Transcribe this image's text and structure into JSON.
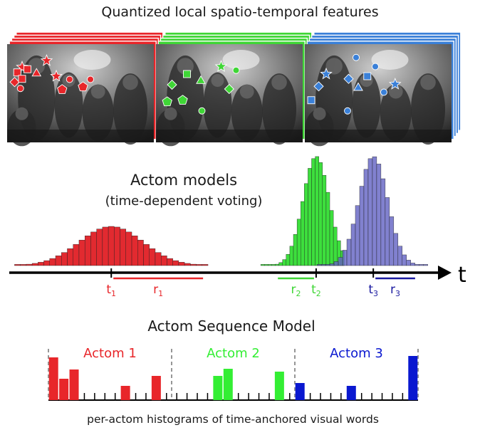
{
  "top": {
    "title": "Quantized local spatio-temporal features",
    "stacks": [
      {
        "color": "#e8262a",
        "features": [
          {
            "shape": "star",
            "u": 0.74,
            "v": 0.31
          },
          {
            "shape": "star",
            "u": 0.28,
            "v": 0.43
          },
          {
            "shape": "square",
            "u": 0.19,
            "v": 0.53
          },
          {
            "shape": "square",
            "u": 0.38,
            "v": 0.47
          },
          {
            "shape": "triangle",
            "u": 0.55,
            "v": 0.55
          },
          {
            "shape": "star",
            "u": 0.92,
            "v": 0.6
          },
          {
            "shape": "diamond",
            "u": 0.14,
            "v": 0.71
          },
          {
            "shape": "square",
            "u": 0.28,
            "v": 0.65
          },
          {
            "shape": "circle",
            "u": 0.25,
            "v": 0.83
          },
          {
            "shape": "pentagon",
            "u": 1.03,
            "v": 0.85
          },
          {
            "shape": "circle",
            "u": 1.17,
            "v": 0.66
          },
          {
            "shape": "circle",
            "u": 1.56,
            "v": 0.66
          },
          {
            "shape": "pentagon",
            "u": 1.42,
            "v": 0.8
          }
        ]
      },
      {
        "color": "#3fd636",
        "features": [
          {
            "shape": "star",
            "u": 1.22,
            "v": 0.42
          },
          {
            "shape": "square",
            "u": 0.58,
            "v": 0.56
          },
          {
            "shape": "diamond",
            "u": 0.3,
            "v": 0.76
          },
          {
            "shape": "triangle",
            "u": 0.84,
            "v": 0.69
          },
          {
            "shape": "pentagon",
            "u": 0.21,
            "v": 1.08
          },
          {
            "shape": "pentagon",
            "u": 0.5,
            "v": 1.05
          },
          {
            "shape": "diamond",
            "u": 1.37,
            "v": 0.84
          },
          {
            "shape": "circle",
            "u": 0.86,
            "v": 1.25
          },
          {
            "shape": "circle",
            "u": 1.5,
            "v": 0.49
          }
        ]
      },
      {
        "color": "#3a80d8",
        "features": [
          {
            "shape": "circle",
            "u": 1.32,
            "v": 0.42
          },
          {
            "shape": "circle",
            "u": 0.96,
            "v": 0.25
          },
          {
            "shape": "star",
            "u": 0.4,
            "v": 0.56
          },
          {
            "shape": "diamond",
            "u": 0.82,
            "v": 0.65
          },
          {
            "shape": "square",
            "u": 1.17,
            "v": 0.6
          },
          {
            "shape": "star",
            "u": 1.69,
            "v": 0.75
          },
          {
            "shape": "diamond",
            "u": 0.26,
            "v": 0.79
          },
          {
            "shape": "triangle",
            "u": 1.0,
            "v": 0.82
          },
          {
            "shape": "square",
            "u": 0.12,
            "v": 1.05
          },
          {
            "shape": "circle",
            "u": 0.8,
            "v": 1.25
          },
          {
            "shape": "circle",
            "u": 1.48,
            "v": 0.9
          }
        ]
      }
    ]
  },
  "middle": {
    "title_line1": "Actom models",
    "title_line2": "(time-dependent voting)",
    "axis_label": "t",
    "actoms": [
      {
        "color": "#e8262a",
        "fill": "#e01f25",
        "anchor": "t",
        "anchor_sub": "1",
        "radius": "r",
        "radius_sub": "1",
        "t": 0.55,
        "sigma": 0.18,
        "peak": 1.0,
        "range": [
          0.0,
          1.1
        ],
        "bins": 33
      },
      {
        "color": "#3fd636",
        "fill": "#33dd33",
        "anchor": "t",
        "anchor_sub": "2",
        "radius": "r",
        "radius_sub": "2",
        "t": 1.715,
        "sigma": 0.075,
        "peak": 2.79,
        "range": [
          1.4,
          1.875
        ],
        "bins": 23
      },
      {
        "color": "#1a1aa0",
        "fill": "#6565c5",
        "anchor": "t",
        "anchor_sub": "3",
        "radius": "r",
        "radius_sub": "3",
        "t": 2.04,
        "sigma": 0.082,
        "peak": 2.79,
        "range": [
          1.72,
          2.35
        ],
        "bins": 26
      }
    ],
    "axis_range": [
      -0.03,
      2.42
    ]
  },
  "bottom": {
    "title": "Actom Sequence Model",
    "caption": "per-actom histograms of time-anchored visual words",
    "sections": [
      {
        "label": "Actom 1",
        "color": "#e8262a",
        "bins": [
          0.6,
          0.3,
          0.43,
          0,
          0,
          0,
          0,
          0.2,
          0,
          0,
          0.34,
          0
        ]
      },
      {
        "label": "Actom 2",
        "color": "#33ee33",
        "bins": [
          0,
          0,
          0,
          0,
          0.34,
          0.44,
          0,
          0,
          0,
          0,
          0.4,
          0
        ]
      },
      {
        "label": "Actom 3",
        "color": "#0a18d0",
        "bins": [
          0.24,
          0,
          0,
          0,
          0,
          0.2,
          0,
          0,
          0,
          0,
          0,
          0.62
        ]
      }
    ]
  }
}
